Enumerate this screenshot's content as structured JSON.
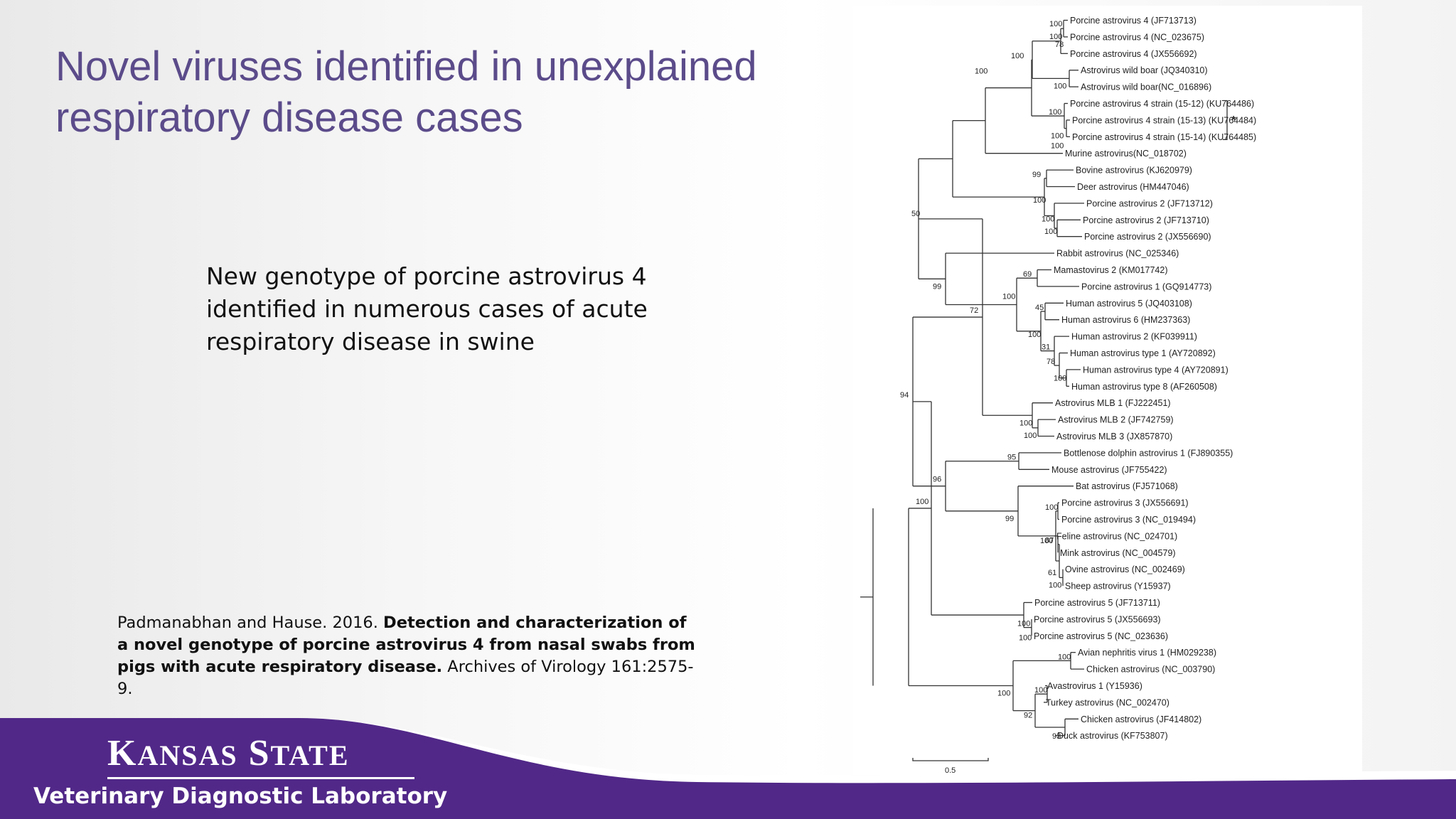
{
  "slide": {
    "title_lines": [
      "Novel viruses identified in unexplained",
      "respiratory disease cases"
    ],
    "body_lines": [
      "New genotype of porcine astrovirus 4",
      "identified in numerous cases of acute",
      "respiratory disease in swine"
    ],
    "citation": {
      "authors": "Padmanabhan and Hause. 2016. ",
      "title": "Detection and characterization of a novel genotype of porcine astrovirus 4 from nasal swabs from pigs with acute respiratory disease.",
      "journal": " Archives of Virology 161:2575-9."
    }
  },
  "logo": {
    "line1": "Kansas State",
    "line2": "Veterinary Diagnostic Laboratory"
  },
  "tree": {
    "leaves": [
      "Porcine astrovirus 4 (JF713713)",
      "Porcine astrovirus 4 (NC_023675)",
      "Porcine astrovirus 4 (JX556692)",
      "Astrovirus wild boar (JQ340310)",
      "Astrovirus wild boar(NC_016896)",
      "Porcine astrovirus 4 strain (15-12) (KU764486)",
      "Porcine astrovirus 4 strain (15-13) (KU764484)",
      "Porcine astrovirus 4 strain (15-14) (KU764485)",
      "Murine astrovirus(NC_018702)",
      "Bovine astrovirus (KJ620979)",
      "Deer astrovirus (HM447046)",
      "Porcine astrovirus 2 (JF713712)",
      "Porcine astrovirus 2 (JF713710)",
      "Porcine astrovirus 2 (JX556690)",
      "Rabbit astrovirus (NC_025346)",
      "Mamastovirus 2 (KM017742)",
      "Porcine astrovirus 1 (GQ914773)",
      "Human astrovirus 5 (JQ403108)",
      "Human astrovirus 6 (HM237363)",
      "Human astrovirus 2 (KF039911)",
      "Human astrovirus type 1 (AY720892)",
      "Human astrovirus type 4 (AY720891)",
      "Human astrovirus type 8 (AF260508)",
      "Astrovirus MLB 1 (FJ222451)",
      "Astrovirus MLB 2 (JF742759)",
      "Astrovirus MLB 3 (JX857870)",
      "Bottlenose dolphin astrovirus 1 (FJ890355)",
      "Mouse astrovirus (JF755422)",
      "Bat astrovirus (FJ571068)",
      "Porcine astrovirus 3 (JX556691)",
      "Porcine astrovirus 3 (NC_019494)",
      "Feline astrovirus (NC_024701)",
      "Mink astrovirus (NC_004579)",
      "Ovine astrovirus (NC_002469)",
      "Sheep astrovirus (Y15937)",
      "Porcine astrovirus 5 (JF713711)",
      "Porcine astrovirus 5 (JX556693)",
      "Porcine astrovirus 5 (NC_023636)",
      "Avian nephritis virus 1 (HM029238)",
      "Chicken astrovirus (NC_003790)",
      "Avastrovirus 1 (Y15936)",
      "Turkey astrovirus (NC_002470)",
      "Chicken astrovirus (JF414802)",
      "Duck astrovirus (KF753807)"
    ],
    "bootstrap_values": [
      "100",
      "100",
      "78",
      "100",
      "100",
      "100",
      "100",
      "100",
      "100",
      "99",
      "100",
      "100",
      "100",
      "50",
      "69",
      "99",
      "45",
      "100",
      "100",
      "31",
      "78",
      "100",
      "72",
      "100",
      "100",
      "94",
      "95",
      "96",
      "100",
      "99",
      "87",
      "100",
      "61",
      "100",
      "100",
      "100",
      "100",
      "100",
      "100",
      "100",
      "92",
      "93"
    ],
    "clade_marker": "*",
    "scale_bar_label": "0.5"
  }
}
